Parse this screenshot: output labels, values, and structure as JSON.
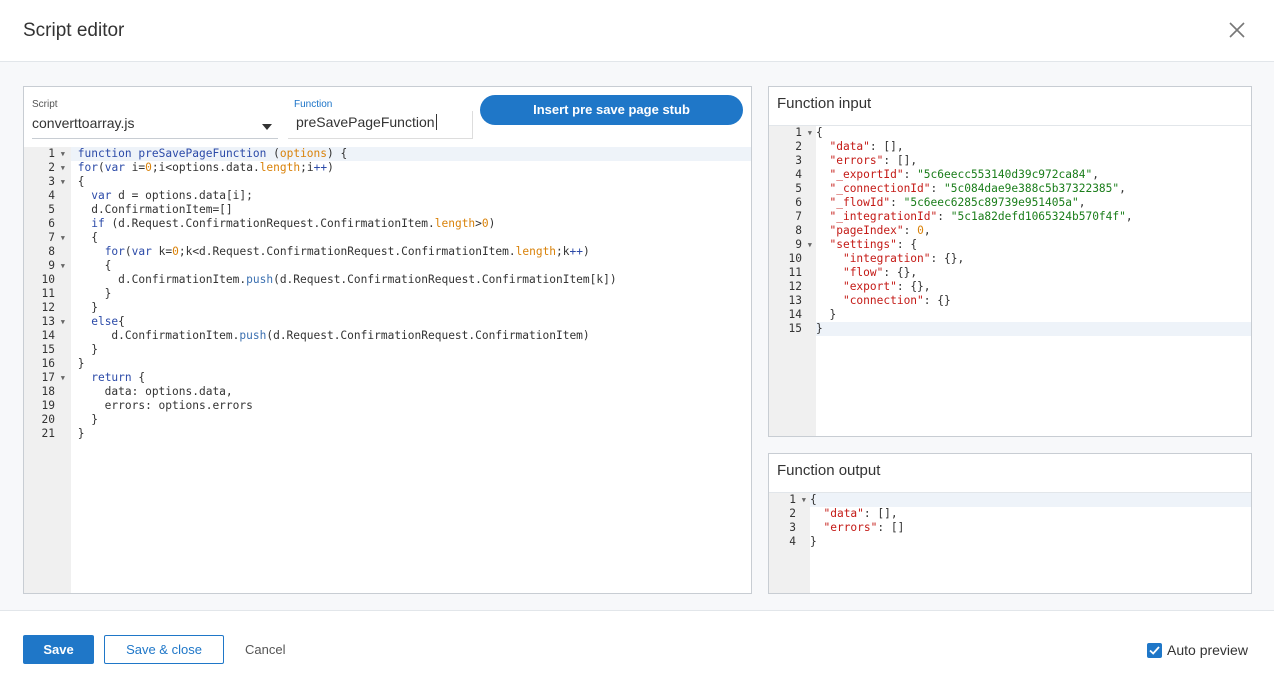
{
  "header": {
    "title": "Script editor",
    "close_icon": "close-icon"
  },
  "script_select": {
    "label": "Script",
    "value": "converttoarray.js"
  },
  "function_field": {
    "label": "Function",
    "value": "preSavePageFunction"
  },
  "stub_button": {
    "label": "Insert pre save page stub"
  },
  "code": {
    "line_numbers": [
      "1",
      "2",
      "3",
      "4",
      "5",
      "6",
      "7",
      "8",
      "9",
      "10",
      "11",
      "12",
      "13",
      "14",
      "15",
      "16",
      "17",
      "18",
      "19",
      "20",
      "21"
    ],
    "folds": [
      true,
      true,
      true,
      false,
      false,
      false,
      true,
      false,
      true,
      false,
      false,
      false,
      true,
      false,
      false,
      false,
      true,
      false,
      false,
      false,
      false
    ]
  },
  "function_input": {
    "title": "Function input",
    "line_numbers": [
      "1",
      "2",
      "3",
      "4",
      "5",
      "6",
      "7",
      "8",
      "9",
      "10",
      "11",
      "12",
      "13",
      "14",
      "15"
    ],
    "data": {
      "exportId": "\"5c6eecc553140d39c972ca84\"",
      "connectionId": "\"5c084dae9e388c5b37322385\"",
      "flowId": "\"5c6eec6285c89739e951405a\"",
      "integrationId": "\"5c1a82defd1065324b570f4f\"",
      "pageIndex": "0"
    }
  },
  "function_output": {
    "title": "Function output",
    "line_numbers": [
      "1",
      "2",
      "3",
      "4"
    ]
  },
  "footer": {
    "save": "Save",
    "save_close": "Save & close",
    "cancel": "Cancel",
    "auto_preview": "Auto preview",
    "auto_preview_checked": true
  },
  "colors": {
    "accent": "#1f77c8",
    "keyword": "#2b4aa8",
    "number": "#d9820a",
    "string": "#1a7d1a",
    "json_key": "#c41a16"
  }
}
